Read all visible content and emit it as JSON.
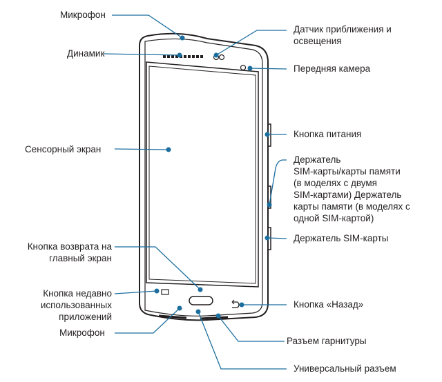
{
  "colors": {
    "leader": "#1b6e9e",
    "outline": "#231f20"
  },
  "labels": {
    "mic_top": "Микрофон",
    "speaker": "Динамик",
    "touchscreen": "Сенсорный экран",
    "home_button": [
      "Кнопка возврата на",
      "главный экран"
    ],
    "recent_apps": [
      "Кнопка недавно",
      "использованных",
      "приложений"
    ],
    "mic_bottom": "Микрофон",
    "sensor": [
      "Датчик приближения и",
      "освещения"
    ],
    "front_camera": "Передняя камера",
    "power_button": "Кнопка питания",
    "card_holder": [
      "Держатель",
      "SIM-карты/карты памяти",
      "(в моделях с двумя",
      "SIM-картами) Держатель",
      "карты памяти (в моделях с",
      "одной SIM-картой)"
    ],
    "sim_holder": "Держатель SIM-карты",
    "back_button": "Кнопка «Назад»",
    "headset_jack": "Разъем гарнитуры",
    "usb_port": "Универсальный разъем"
  }
}
